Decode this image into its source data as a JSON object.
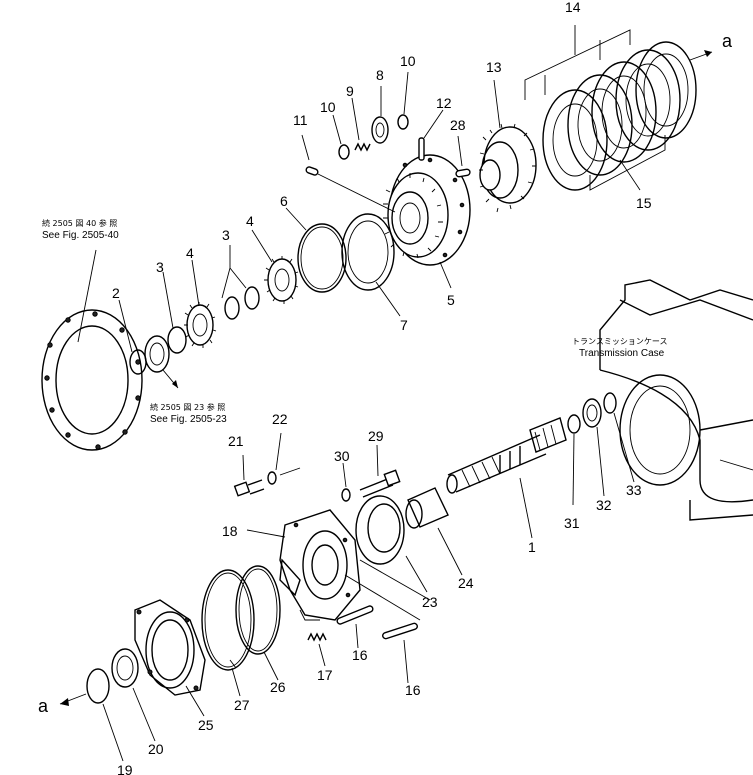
{
  "parts": {
    "p1": "1",
    "p2": "2",
    "p3a": "3",
    "p3b": "3",
    "p4a": "4",
    "p4b": "4",
    "p5": "5",
    "p6": "6",
    "p7": "7",
    "p8": "8",
    "p9": "9",
    "p10a": "10",
    "p10b": "10",
    "p11": "11",
    "p12": "12",
    "p13": "13",
    "p14": "14",
    "p15": "15",
    "p16a": "16",
    "p16b": "16",
    "p17": "17",
    "p18": "18",
    "p19": "19",
    "p20": "20",
    "p21": "21",
    "p22": "22",
    "p23": "23",
    "p24": "24",
    "p25": "25",
    "p26": "26",
    "p27": "27",
    "p28": "28",
    "p29": "29",
    "p30": "30",
    "p31": "31",
    "p32": "32",
    "p33": "33"
  },
  "markers": {
    "a_top": "a",
    "a_bottom": "a"
  },
  "refs": {
    "fig2505_40_jp": "続 2505 図 40 参 照",
    "fig2505_40_en": "See Fig. 2505-40",
    "fig2505_23_jp": "続 2505 図 23 参 照",
    "fig2505_23_en": "See Fig. 2505-23",
    "case_jp": "トランスミッションケース",
    "case_en": "Transmission  Case"
  }
}
